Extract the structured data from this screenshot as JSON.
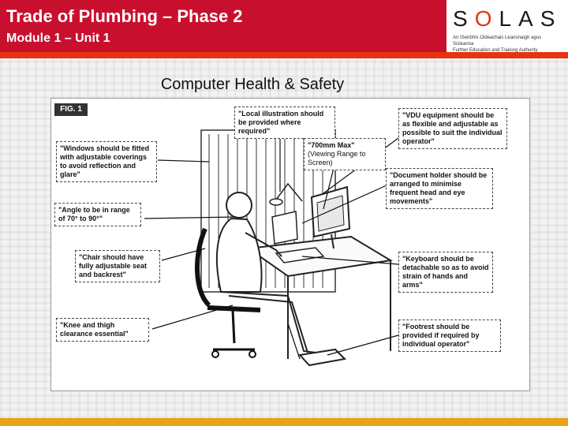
{
  "header": {
    "title_line1": "Trade of Plumbing – Phase 2",
    "title_line2": "Module 1 – Unit 1"
  },
  "logo": {
    "word_s": "S",
    "word_o": "O",
    "word_rest": "LAS",
    "subtitle_line1": "An tSeirbhís Oideachais Leanúnaigh agus Scileanna",
    "subtitle_line2": "Further Education and Training Authority"
  },
  "slide": {
    "heading": "Computer Health & Safety"
  },
  "figure": {
    "label": "FIG. 1",
    "notes": {
      "illustration": "\"Local illustration should be provided where required\"",
      "vdu": "\"VDU equipment should be as flexible and adjustable as possible to suit the individual operator\"",
      "windows": "\"Windows should be fitted with adjustable coverings to avoid reflection and glare\"",
      "max_range_line1": "\"700mm Max\"",
      "max_range_line2": "(Viewing Range to Screen)",
      "document_holder": "\"Document holder should be arranged to minimise frequent head and eye movements\"",
      "angle": "\"Angle to be in range of 70° to 90°\"",
      "chair": "\"Chair should have fully adjustable seat and backrest\"",
      "keyboard": "\"Keyboard should be detachable so as to avoid strain of hands and arms\"",
      "knee": "\"Knee and thigh clearance essential\"",
      "footrest": "\"Footrest should be provided if required by individual operator\""
    }
  },
  "colors": {
    "header_red": "#c8102e",
    "stripe_orange": "#e63312",
    "bottom_gold": "#e8a317"
  }
}
